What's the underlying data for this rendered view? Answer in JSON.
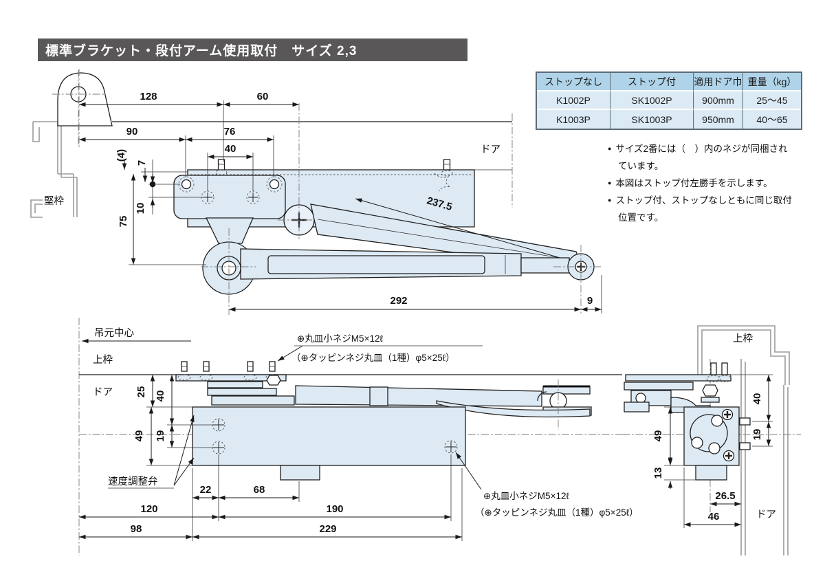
{
  "colors": {
    "title_bg": "#595757",
    "title_fg": "#ffffff",
    "tbl_border": "#5a6b77",
    "tbl_head_bg": "#afd3e8",
    "tbl_row_bg": "#dceaf5",
    "body_fill": "#dde9f3"
  },
  "page": {
    "title": "標準ブラケット・段付アーム使用取付　サイズ 2,3"
  },
  "spec_table": {
    "headers": [
      "ストップなし",
      "ストップ付",
      "適用ドア巾",
      "重量（kg）"
    ],
    "rows": [
      [
        "K1002P",
        "SK1002P",
        "900mm",
        "25〜45"
      ],
      [
        "K1003P",
        "SK1003P",
        "950mm",
        "40〜65"
      ]
    ]
  },
  "notes": {
    "bullet": "●",
    "items": [
      "サイズ2番には（　）内のネジが同梱されています。",
      "本図はストップ付左勝手を示します。",
      "ストップ付、ストップなしともに同じ取付位置です。"
    ]
  },
  "screw_note": {
    "line1": "⊕丸皿小ネジM5×12ℓ",
    "line2": "（⊕タッピンネジ丸皿（1種）φ5×25ℓ）"
  },
  "top_view": {
    "labels": {
      "vertical_frame": "堅枠",
      "door": "ドア"
    },
    "dims": {
      "d128": "128",
      "d60": "60",
      "d90": "90",
      "d76": "76",
      "d40": "40",
      "d4": "(4)",
      "d7": "7",
      "d10": "10",
      "d75": "75",
      "d237_5": "237.5",
      "d292": "292",
      "d9": "9"
    }
  },
  "side_view": {
    "labels": {
      "hinge_center": "吊元中心",
      "top_frame": "上枠",
      "door": "ドア",
      "speed_valve": "速度調整弁"
    },
    "dims": {
      "d25": "25",
      "d40": "40",
      "d49": "49",
      "d19": "19",
      "d22": "22",
      "d68": "68",
      "d120": "120",
      "d190": "190",
      "d98": "98",
      "d229": "229"
    }
  },
  "right_view": {
    "labels": {
      "top_frame": "上枠",
      "door": "ドア"
    },
    "dims": {
      "d40": "40",
      "d19": "19",
      "d49": "49",
      "d13": "13",
      "d26_5": "26.5",
      "d46": "46"
    }
  }
}
